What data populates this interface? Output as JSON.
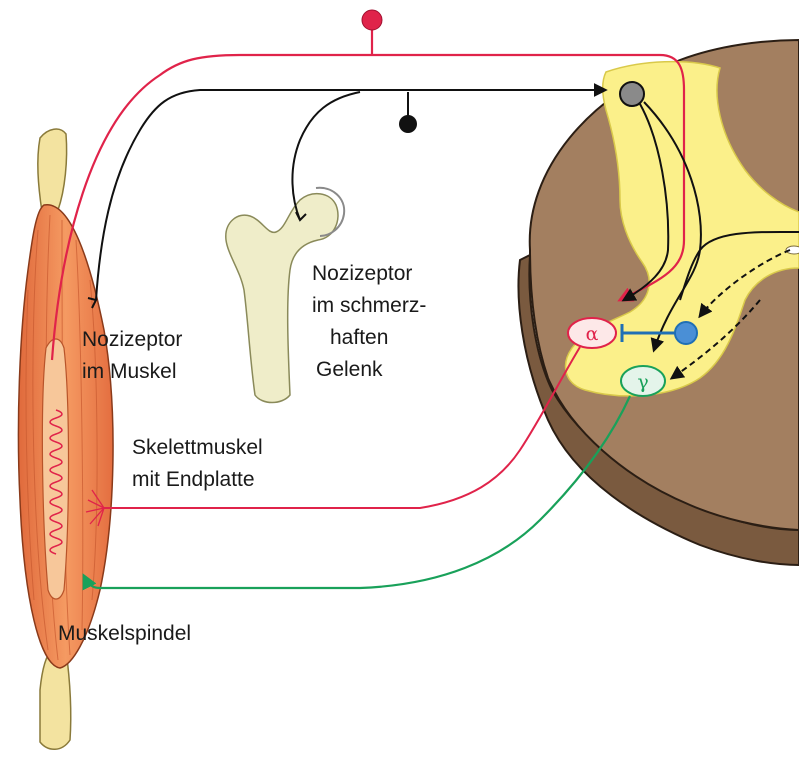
{
  "labels": {
    "muscle_nociceptor": [
      "Nozizeptor",
      "im Muskel"
    ],
    "joint_nociceptor": [
      "Nozizeptor",
      "im schmerz-",
      "haften",
      "Gelenk"
    ],
    "skeletal_muscle": [
      "Skelettmuskel",
      "mit Endplatte"
    ],
    "muscle_spindle": "Muskelspindel",
    "alpha": "α",
    "gamma": "γ"
  },
  "colors": {
    "afferent_red": "#e0234a",
    "afferent_black": "#111111",
    "efferent_green": "#19a15a",
    "inhibitory_blue": "#1f6fb5",
    "gray_matter": "#fbf08a",
    "white_matter": "#a37f60",
    "muscle": "#f08a52",
    "tendon": "#f3e3a0",
    "bone": "#efedc9"
  }
}
